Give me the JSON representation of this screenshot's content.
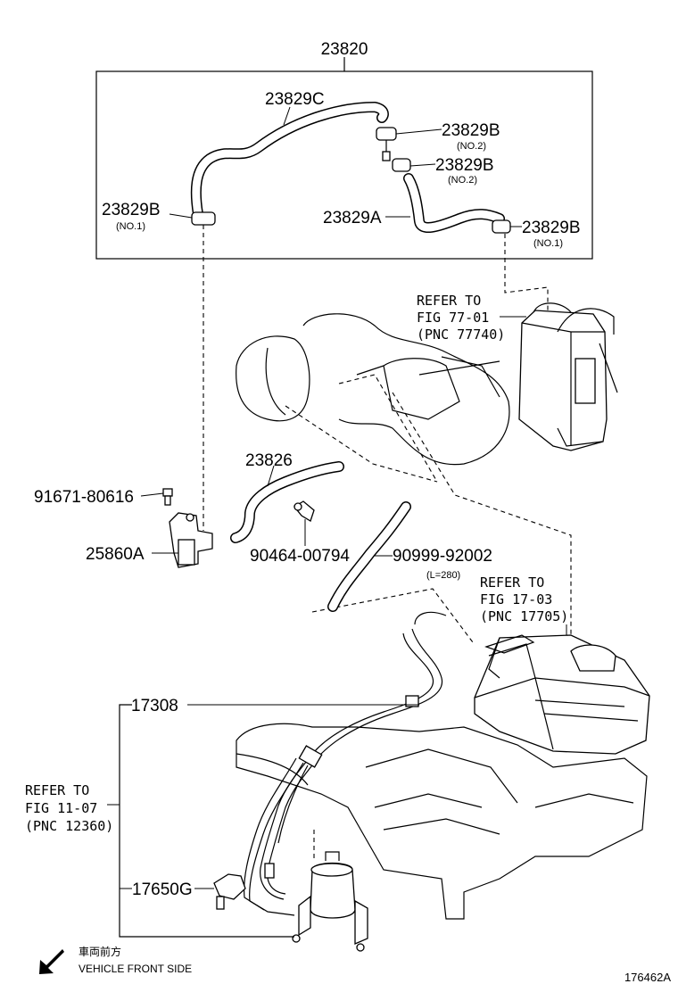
{
  "labels": {
    "assy": "23820",
    "hose_c": "23829C",
    "clip_b_no2_a": "23829B",
    "clip_b_no2_a_sub": "(NO.2)",
    "clip_b_no2_b": "23829B",
    "clip_b_no2_b_sub": "(NO.2)",
    "clip_b_no1_left": "23829B",
    "clip_b_no1_left_sub": "(NO.1)",
    "hose_a": "23829A",
    "clip_b_no1_right": "23829B",
    "clip_b_no1_right_sub": "(NO.1)",
    "hose_23826": "23826",
    "bolt": "91671-80616",
    "vsv": "25860A",
    "clamp": "90464-00794",
    "hose_90999": "90999-92002",
    "hose_90999_sub": "(L=280)",
    "tube_17308": "17308",
    "bracket": "17650G",
    "figure_id": "176462A"
  },
  "refs": {
    "canister": [
      "REFER TO",
      "FIG 77-01",
      "(PNC 77740)"
    ],
    "air_cleaner": [
      "REFER TO",
      "FIG 17-03",
      "(PNC 17705)"
    ],
    "engine": [
      "REFER TO",
      "FIG 11-07",
      "(PNC 12360)"
    ]
  },
  "direction": {
    "japanese": "車両前方",
    "english": "VEHICLE FRONT SIDE",
    "icon": "arrow-down-left-icon"
  }
}
